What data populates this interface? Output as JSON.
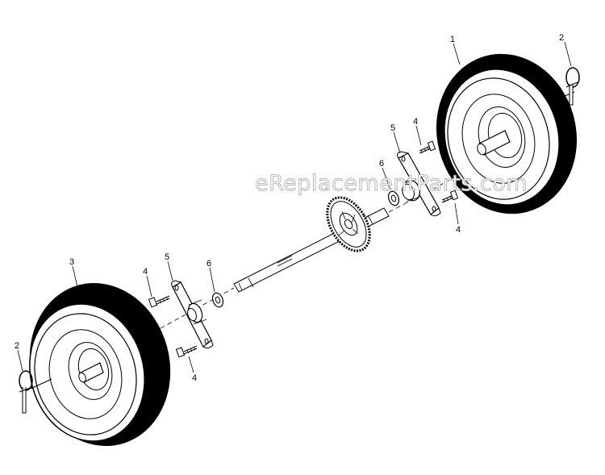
{
  "watermark": "eReplacementParts.com",
  "callouts": {
    "c1": "1",
    "c2_top": "2",
    "c2_bottom": "2",
    "c3": "3",
    "c4_upper_right": "4",
    "c4_lower_right": "4",
    "c4_upper_left": "4",
    "c4_lower_left": "4",
    "c5_right": "5",
    "c5_left": "5",
    "c6_right": "6",
    "c6_left": "6"
  }
}
